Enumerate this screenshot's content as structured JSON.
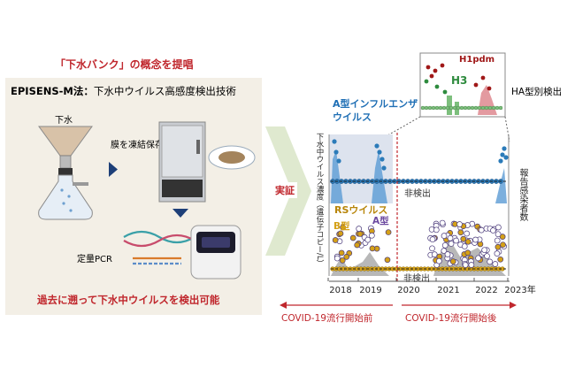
{
  "headline": "「下水バンク」の概念を提唱",
  "method": {
    "title": "EPISENS-M法：",
    "subtitle": "下水中ウイルス高感度検出技術"
  },
  "steps": {
    "sewage": "下水",
    "freeze": "膜を凍結保存",
    "pcr": "定量PCR"
  },
  "conclusion": "過去に遡って下水中ウイルスを検出可能",
  "verify_label": "実証",
  "ha": {
    "h1pdm": "H1pdm",
    "h3": "H3",
    "label": "HA型別検出"
  },
  "flu": {
    "line1": "A型インフルエンザ",
    "line2": "ウイルス"
  },
  "rsv": {
    "title": "RSウイルス",
    "typeA": "A型",
    "typeB": "B型"
  },
  "non_detect": "非検出",
  "ylabel_left": "下水中ウイルス濃度（遺伝子コピー/L）",
  "ylabel_right": "報告感染者数",
  "years": [
    "2018",
    "2019",
    "2020",
    "2021",
    "2022",
    "2023年"
  ],
  "covid_before": "COVID-19流行開始前",
  "covid_after": "COVID-19流行開始後",
  "colors": {
    "red": "#c0272d",
    "blue": "#1f6fb5",
    "gold": "#d4a017",
    "panel": "#f3efe6"
  }
}
